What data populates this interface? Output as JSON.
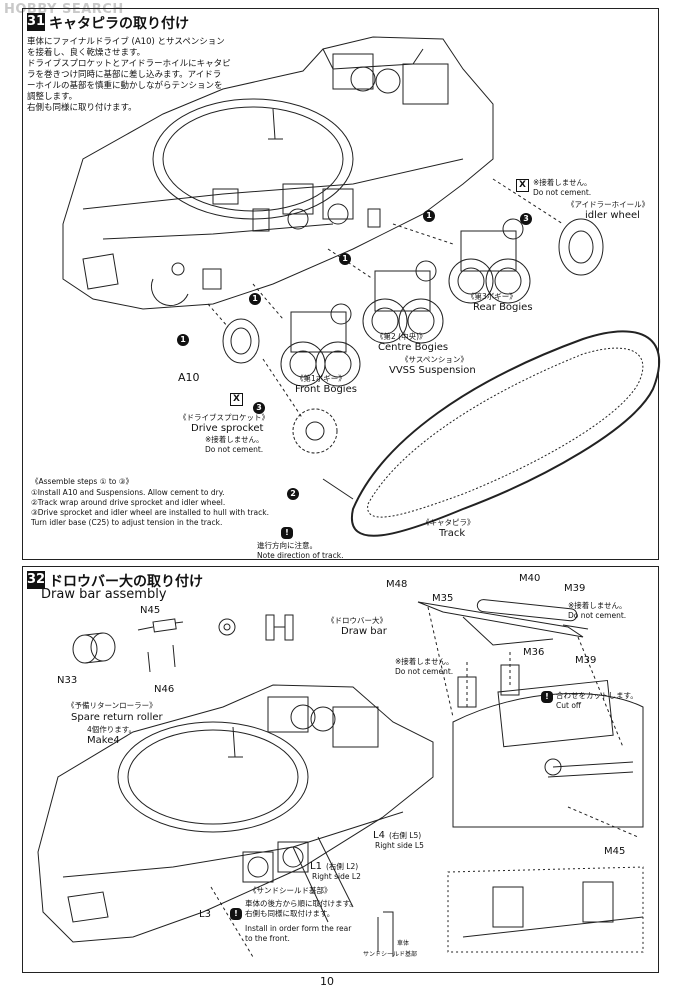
{
  "watermark": "HOBBY SEARCH",
  "page_number": "10",
  "step31": {
    "number": "31",
    "title": "キャタピラの取り付け",
    "jp_instructions": [
      "車体にファイナルドライブ (A10) とサスペンション",
      "を接着し、良く乾燥させます。",
      "ドライブスプロケットとアイドラーホイルにキャタピ",
      "ラを巻きつけ同時に基部に差し込みます。アイドラ",
      "ーホイルの基部を慎重に動かしながらテンションを",
      "調整します。",
      "右側も同様に取り付けます。"
    ],
    "idler_no_cement_jp": "※接着しません。",
    "idler_no_cement_en": "Do not cement.",
    "idler_label_jp": "《アイドラーホイール》",
    "idler_label_en": "idler wheel",
    "rear_jp": "《第3ボギー》",
    "rear_en": "Rear Bogies",
    "centre_jp": "《第2 (中央)》",
    "centre_en": "Centre Bogies",
    "vvss_jp": "《サスペンション》",
    "vvss_en": "VVSS Suspension",
    "front_jp": "《第1ボギー》",
    "front_en": "Front Bogies",
    "a10": "A10",
    "sprocket_jp": "《ドライブスプロケット》",
    "sprocket_en": "Drive sprocket",
    "sprocket_no_cement_jp": "※接着しません。",
    "sprocket_no_cement_en": "Do not cement.",
    "assemble_title": "《Assemble steps ① to ③》",
    "assemble_steps": [
      "①Install A10 and Suspensions. Allow cement to dry.",
      "②Track wrap around drive sprocket and idler wheel.",
      "③Drive sprocket and idler wheel are installed to hull with track.",
      "  Turn idler base (C25) to adjust tension in the track."
    ],
    "track_jp": "《キャタピラ》",
    "track_en": "Track",
    "direction_jp": "進行方向に注意。",
    "direction_en": "Note direction of track."
  },
  "step32": {
    "number": "32",
    "title": "ドロウバー大の取り付け",
    "subtitle": "Draw bar assembly",
    "n45": "N45",
    "n33": "N33",
    "n46": "N46",
    "spare_jp": "《予備リターンローラー》",
    "spare_en": "Spare return roller",
    "make_jp": "4個作ります。",
    "make_en": "Make4",
    "m48": "M48",
    "m35": "M35",
    "m40": "M40",
    "m39a": "M39",
    "m39b": "M39",
    "m36": "M36",
    "m45": "M45",
    "drawbar_jp": "《ドロウバー大》",
    "drawbar_en": "Draw bar",
    "nc1_jp": "※接着しません。",
    "nc1_en": "Do not cement.",
    "nc2_jp": "※接着しません。",
    "nc2_en": "Do not cement.",
    "cutoff_jp": "合わせをカットします。",
    "cutoff_en": "Cut off",
    "l4": "L4",
    "l4_jp": "(右側 L5)",
    "l4_en": "Right side L5",
    "l1": "L1",
    "l1_jp": "(右側 L2)",
    "l1_en": "Right side L2",
    "l3": "L3",
    "sand_title": "《サンドシールド基部》",
    "sand_jp_1": "車体の後方から順に取付けます。",
    "sand_jp_2": "右側も同様に取付けます。",
    "sand_en_1": "Install in order form the rear",
    "sand_en_2": "to the front.",
    "sand_small_1": "車体",
    "sand_small_2": "サンドシールド基部"
  }
}
